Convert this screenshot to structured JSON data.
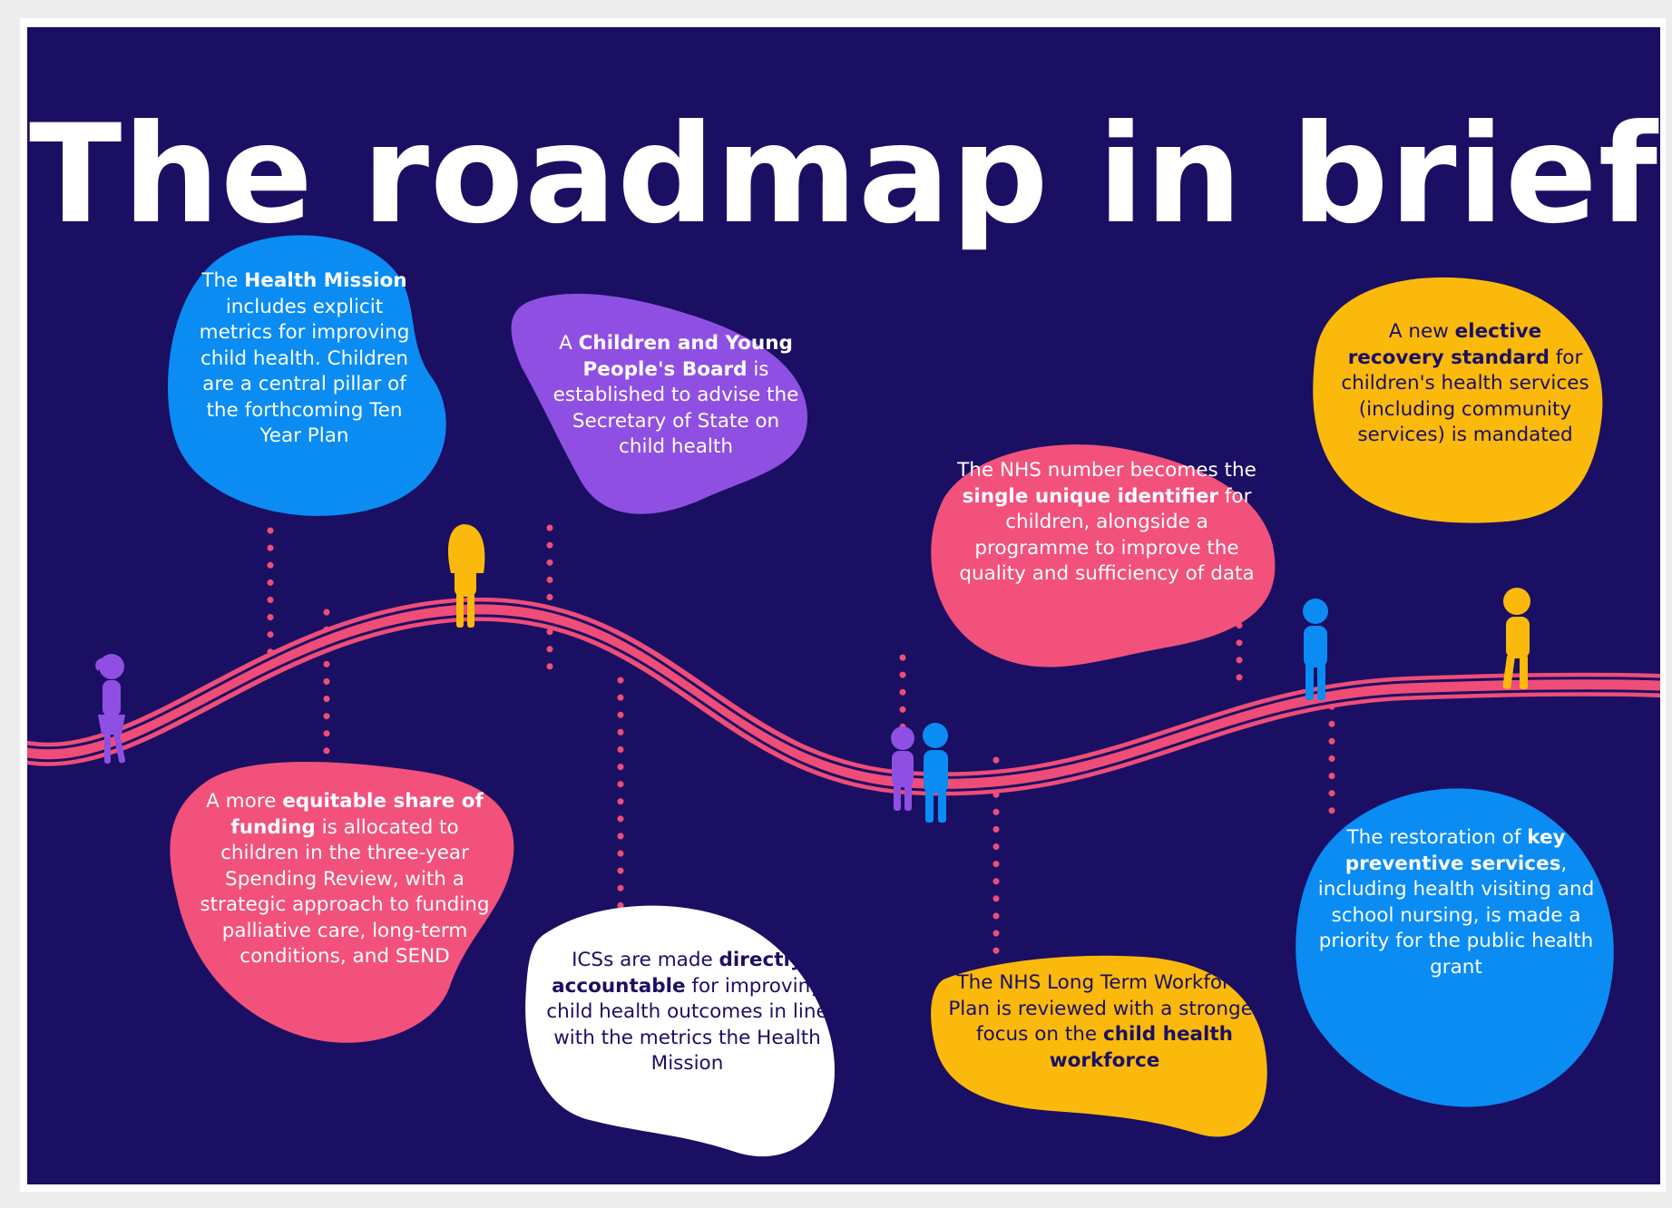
{
  "title": "The roadmap in brief",
  "colors": {
    "background": "#1a0f63",
    "road": "#ef4d78",
    "blue": "#0a8cf3",
    "purple": "#8f4fe3",
    "pink": "#f2517b",
    "yellow": "#fbb90b",
    "white": "#ffffff"
  },
  "milestones": [
    {
      "id": "health-mission",
      "color": "blue",
      "position": "above",
      "segments": [
        [
          "The ",
          false
        ],
        [
          "Health Mission",
          true
        ],
        [
          " includes explicit metrics for improving child health. Children are a central pillar of the forthcoming Ten Year Plan",
          false
        ]
      ]
    },
    {
      "id": "equitable-funding",
      "color": "pink",
      "position": "below",
      "segments": [
        [
          "A more ",
          false
        ],
        [
          "equitable share of funding",
          true
        ],
        [
          " is allocated to children in the three-year Spending Review, with a strategic approach to funding palliative care, long-term conditions, and SEND",
          false
        ]
      ]
    },
    {
      "id": "cyp-board",
      "color": "purple",
      "position": "above",
      "segments": [
        [
          "A ",
          false
        ],
        [
          "Children and Young People's Board",
          true
        ],
        [
          " is established to advise the Secretary of State on child health",
          false
        ]
      ]
    },
    {
      "id": "ics-accountable",
      "color": "white",
      "position": "below",
      "segments": [
        [
          "ICSs are made ",
          false
        ],
        [
          "directly accountable",
          true
        ],
        [
          " for improving child health outcomes in line with the metrics the Health Mission",
          false
        ]
      ]
    },
    {
      "id": "nhs-number",
      "color": "pink",
      "position": "above",
      "segments": [
        [
          "The NHS number becomes the ",
          false
        ],
        [
          "single unique identifier",
          true
        ],
        [
          " for children, alongside a programme to improve the quality and sufficiency of data",
          false
        ]
      ]
    },
    {
      "id": "workforce-plan",
      "color": "yellow",
      "position": "below",
      "segments": [
        [
          "The NHS Long Term Workforce Plan is reviewed with a stronger focus on the ",
          false
        ],
        [
          "child health workforce",
          true
        ]
      ]
    },
    {
      "id": "elective-recovery",
      "color": "yellow",
      "position": "above",
      "segments": [
        [
          "A new ",
          false
        ],
        [
          "elective recovery standard",
          true
        ],
        [
          " for children's health services (including community services) is mandated",
          false
        ]
      ]
    },
    {
      "id": "preventive-services",
      "color": "blue",
      "position": "below",
      "segments": [
        [
          "The restoration of ",
          false
        ],
        [
          "key preventive services",
          true
        ],
        [
          ", including health visiting and school nursing, is made a priority for the public health grant",
          false
        ]
      ]
    }
  ],
  "figures": [
    {
      "name": "girl-walking",
      "color": "purple"
    },
    {
      "name": "girl-standing",
      "color": "yellow"
    },
    {
      "name": "child-pair-small",
      "color": "purple"
    },
    {
      "name": "child-pair-tall",
      "color": "blue"
    },
    {
      "name": "boy-standing",
      "color": "blue"
    },
    {
      "name": "boy-walking",
      "color": "yellow"
    }
  ]
}
